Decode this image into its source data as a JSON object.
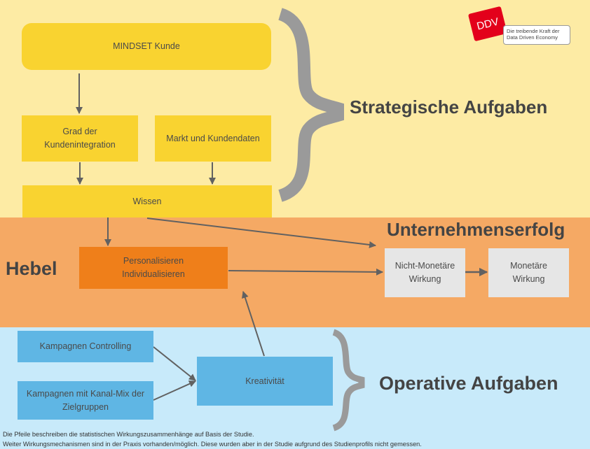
{
  "bands": {
    "strategic": {
      "label": "Strategische Aufgaben",
      "color": "#fdeba4"
    },
    "hebel": {
      "label": "Hebel",
      "sublabel": "Unternehmenserfolg",
      "color": "#f5a964"
    },
    "operative": {
      "label": "Operative Aufgaben",
      "color": "#c8eafa"
    }
  },
  "nodes": {
    "mindset": "MINDSET Kunde",
    "grad": "Grad der\nKundenintegration",
    "markt": "Markt und Kundendaten",
    "wissen": "Wissen",
    "personal": "Personalisieren\nIndividualisieren",
    "nicht_monetar": "Nicht-Monetäre\nWirkung",
    "monetar": "Monetäre\nWirkung",
    "kampagnen_controlling": "Kampagnen Controlling",
    "kampagnen_kanal": "Kampagnen mit Kanal-Mix der\nZielgruppen",
    "kreativitaet": "Kreativität"
  },
  "edges": [
    {
      "from": "mindset",
      "to": "grad"
    },
    {
      "from": "grad",
      "to": "wissen"
    },
    {
      "from": "markt",
      "to": "wissen"
    },
    {
      "from": "wissen",
      "to": "personal"
    },
    {
      "from": "wissen",
      "to": "nicht_monetar"
    },
    {
      "from": "personal",
      "to": "nicht_monetar"
    },
    {
      "from": "nicht_monetar",
      "to": "monetar"
    },
    {
      "from": "kampagnen_controlling",
      "to": "kreativitaet"
    },
    {
      "from": "kampagnen_kanal",
      "to": "kreativitaet"
    },
    {
      "from": "kreativitaet",
      "to": "personal"
    }
  ],
  "colors": {
    "node_yellow": "#f9d330",
    "node_orange": "#ef7f1a",
    "node_grey": "#e6e6e6",
    "node_blue": "#5fb6e4",
    "arrow": "#616161",
    "brace": "#9a9a9a",
    "logo_red": "#e3001b"
  },
  "logo": {
    "mark": "DDV",
    "tagline_line1": "Die treibende Kraft der",
    "tagline_line2": "Data Driven Economy"
  },
  "footnote": {
    "line1": "Die Pfeile beschreiben die statistischen Wirkungszusammenhänge auf Basis der Studie.",
    "line2": "Weiter Wirkungsmechanismen sind in der Praxis vorhanden/möglich. Diese wurden aber in der Studie aufgrund des Studienprofils nicht gemessen."
  }
}
